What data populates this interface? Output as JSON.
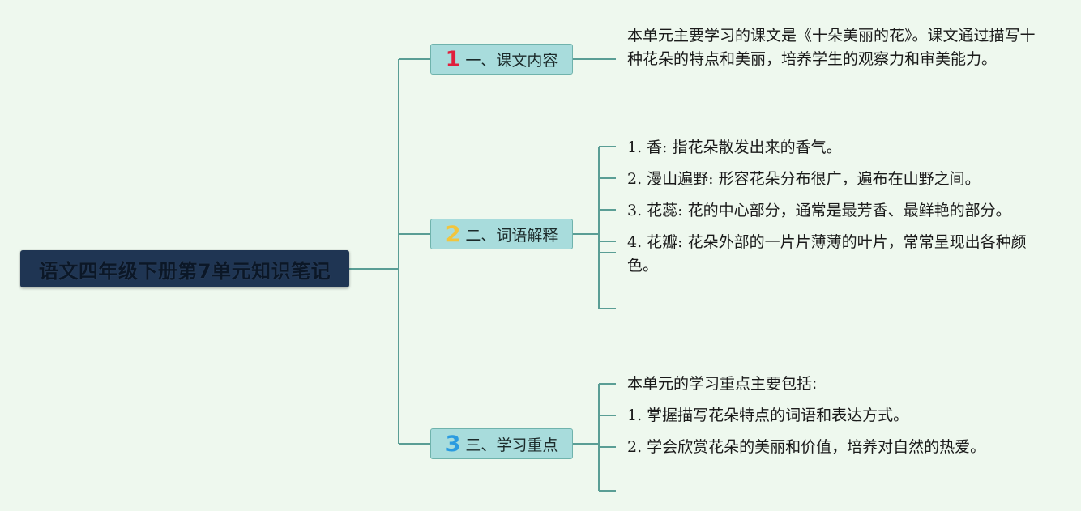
{
  "root": {
    "title": "语文四年级下册第7单元知识笔记"
  },
  "colors": {
    "background": "#eef8ee",
    "root_fill": "#1f3553",
    "branch_fill": "#a8dcdc",
    "connector": "#5a9e95",
    "num1": "#e01e3c",
    "num2": "#f2c53d",
    "num3": "#2b9be0"
  },
  "branches": [
    {
      "number": "1",
      "label": "一、课文内容",
      "items": [
        "本单元主要学习的课文是《十朵美丽的花》。课文通过描写十种花朵的特点和美丽，培养学生的观察力和审美能力。"
      ]
    },
    {
      "number": "2",
      "label": "二、词语解释",
      "items": [
        "1. 香: 指花朵散发出来的香气。",
        "2. 漫山遍野: 形容花朵分布很广，遍布在山野之间。",
        "3. 花蕊: 花的中心部分，通常是最芳香、最鲜艳的部分。",
        "4. 花瓣: 花朵外部的一片片薄薄的叶片，常常呈现出各种颜色。"
      ]
    },
    {
      "number": "3",
      "label": "三、学习重点",
      "items": [
        "本单元的学习重点主要包括:",
        "1. 掌握描写花朵特点的词语和表达方式。",
        "2. 学会欣赏花朵的美丽和价值，培养对自然的热爱。"
      ]
    }
  ]
}
